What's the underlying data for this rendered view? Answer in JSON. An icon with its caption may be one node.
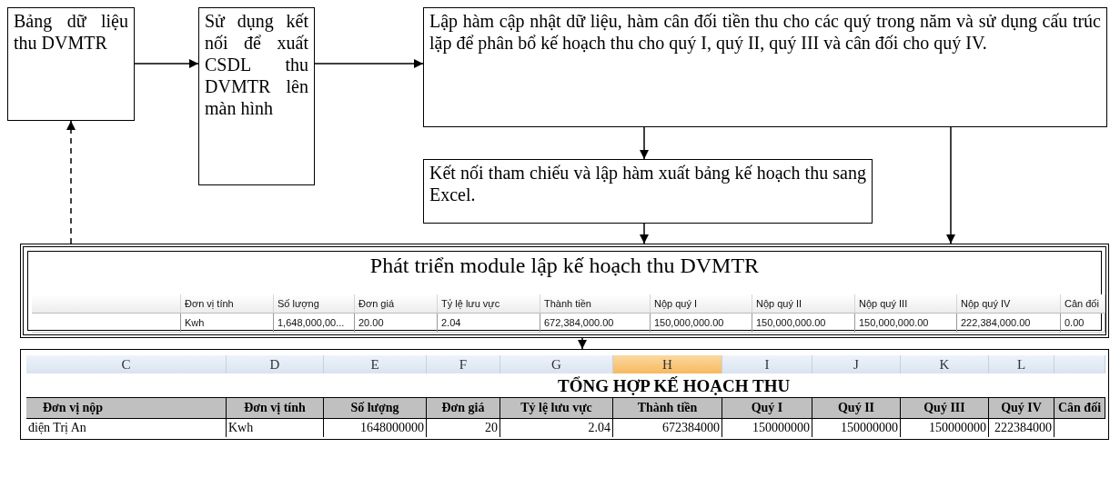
{
  "diagram": {
    "nodes": [
      {
        "text": [
          "Bảng dữ liệu thu DVMTR"
        ]
      },
      {
        "text": [
          "Sử dụng kết nối để xuất CSDL thu DVMTR lên màn hình"
        ]
      },
      {
        "text": [
          "Lập hàm cập nhật dữ liệu, hàm cân đối tiền thu cho các quý trong năm và sử dụng cấu trúc lặp để phân bổ kế hoạch thu cho quý I, quý II, quý III và cân đối cho quý IV."
        ]
      },
      {
        "text": [
          "Kết nối tham chiếu và lập hàm xuất bảng kế hoạch thu sang Excel."
        ]
      },
      {
        "text": [
          "Phát triển module lập kế hoạch thu DVMTR"
        ]
      },
      {
        "text": [
          "TỔNG HỢP KẾ HOẠCH THU"
        ]
      }
    ],
    "edges": [
      {
        "from": 0,
        "to": 1,
        "arrow": "to"
      },
      {
        "from": 1,
        "to": 2,
        "arrow": "to"
      },
      {
        "from": 2,
        "to": 3,
        "arrow": "to"
      },
      {
        "from": 2,
        "to": 4,
        "arrow": "to"
      },
      {
        "from": 3,
        "to": 4,
        "arrow": "to"
      },
      {
        "from": 4,
        "to": 5,
        "arrow": "to"
      },
      {
        "from": 4,
        "to": 0,
        "arrow": "to",
        "style": "dashed"
      }
    ],
    "labels": [
      "Đơn vị tính",
      "Số lượng",
      "Đơn giá",
      "Tỷ lệ lưu vực",
      "Thành tiền",
      "Nộp quý I",
      "Nộp quý II",
      "Nộp quý III",
      "Nộp quý IV",
      "Cân đối",
      "Kwh",
      "1,648,000,00...",
      "20.00",
      "2.04",
      "672,384,000.00",
      "150,000,000.00",
      "150,000,000.00",
      "150,000,000.00",
      "222,384,000.00",
      "0.00",
      "C",
      "D",
      "E",
      "F",
      "G",
      "H",
      "I",
      "J",
      "K",
      "L",
      "Đơn vị nộp",
      "Đơn vị tính",
      "Số lượng",
      "Đơn giá",
      "Tỷ lệ lưu vực",
      "Thành tiền",
      "Quý I",
      "Quý II",
      "Quý III",
      "Quý IV",
      "Cân đối",
      "điện Trị An",
      "Kwh",
      "1648000000",
      "20",
      "2.04",
      "672384000",
      "150000000",
      "150000000",
      "150000000",
      "222384000"
    ]
  }
}
